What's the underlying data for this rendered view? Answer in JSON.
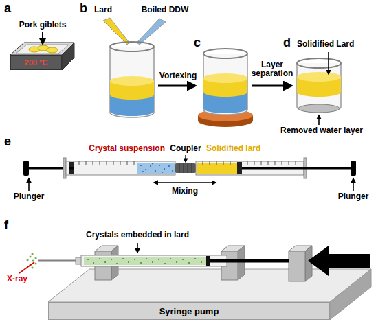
{
  "diagram": {
    "nodes": [
      {
        "text": [
          "200 °C"
        ]
      },
      {
        "text": [
          "Syringe pump"
        ]
      }
    ],
    "labels": [
      "a",
      "Pork giblets",
      "b",
      "Lard",
      "Boiled DDW",
      "c",
      "Vortexing",
      "Layer separation",
      "d",
      "Solidified Lard",
      "Removed water layer",
      "e",
      "Crystal suspension",
      "Coupler",
      "Solidified lard",
      "Plunger",
      "Mixing",
      "Plunger",
      "f",
      "X-ray",
      "Crystals embedded in lard"
    ]
  }
}
